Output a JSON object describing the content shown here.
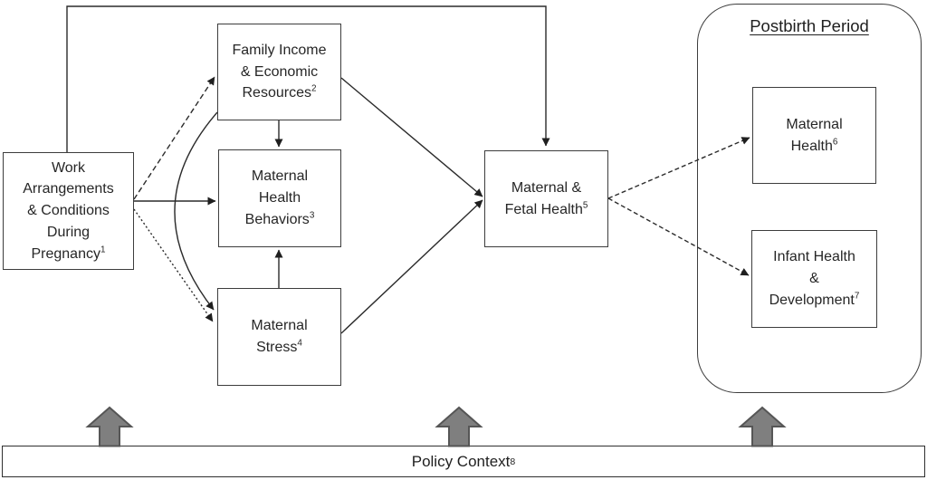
{
  "figure": {
    "postbirth_panel_title": "Postbirth Period",
    "boxes": {
      "work": {
        "label": "Work\nArrangements\n& Conditions\nDuring\nPregnancy",
        "sup": "1"
      },
      "income": {
        "label": "Family Income\n& Economic\nResources",
        "sup": "2"
      },
      "behaviors": {
        "label": "Maternal\nHealth\nBehaviors",
        "sup": "3"
      },
      "stress": {
        "label": "Maternal\nStress",
        "sup": "4"
      },
      "fetal": {
        "label": "Maternal &\nFetal Health",
        "sup": "5"
      },
      "maternal_post": {
        "label": "Maternal\nHealth",
        "sup": "6"
      },
      "infant": {
        "label": "Infant Health\n&\nDevelopment",
        "sup": "7"
      }
    },
    "policy_bar": {
      "label": "Policy Context",
      "sup": "8"
    },
    "edges": [
      {
        "from": "work",
        "to": "fetal",
        "style": "solid",
        "route": "over-top"
      },
      {
        "from": "work",
        "to": "income",
        "style": "dashed"
      },
      {
        "from": "work",
        "to": "behaviors",
        "style": "solid"
      },
      {
        "from": "work",
        "to": "stress",
        "style": "dotted"
      },
      {
        "from": "income",
        "to": "behaviors",
        "style": "solid"
      },
      {
        "from": "income",
        "to": "stress",
        "style": "solid-curved"
      },
      {
        "from": "stress",
        "to": "behaviors",
        "style": "solid"
      },
      {
        "from": "income",
        "to": "fetal",
        "style": "solid"
      },
      {
        "from": "stress",
        "to": "fetal",
        "style": "solid"
      },
      {
        "from": "fetal",
        "to": "maternal_post",
        "style": "dashed"
      },
      {
        "from": "fetal",
        "to": "infant",
        "style": "dashed"
      },
      {
        "from": "policy_bar",
        "to": "diagram",
        "style": "block-arrows-up",
        "count": 3
      }
    ],
    "colors": {
      "background": "#ffffff",
      "line": "#2b2b2b",
      "box_border": "#3d3d3d",
      "text": "#262626",
      "block_arrow_fill": "#7f7f7f",
      "block_arrow_stroke": "#565656"
    }
  }
}
